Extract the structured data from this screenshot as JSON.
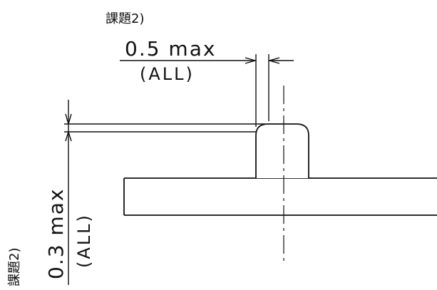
{
  "top_note": "課題2)",
  "side_note": "課題2)",
  "dim_horizontal": {
    "value": "0.5 max",
    "scope": "(ALL)"
  },
  "dim_vertical": {
    "value": "0.3 max",
    "scope": "(ALL)"
  }
}
